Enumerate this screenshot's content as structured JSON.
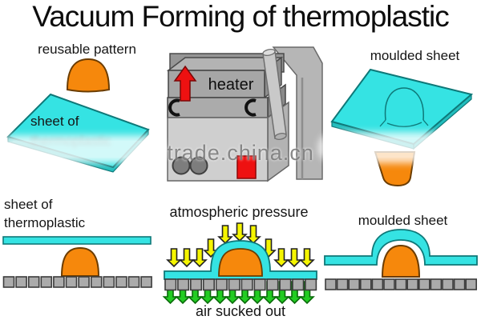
{
  "title": "Vacuum Forming of thermoplastic",
  "watermark": "trade.china.cn",
  "colors": {
    "cyan": "#35E3E3",
    "cyan_edge": "#0E7878",
    "cyan_side": "#22BDBD",
    "orange": "#F6880C",
    "orange_edge": "#6B3C00",
    "yellow": "#F5F500",
    "green": "#22CC22",
    "red": "#EE1111",
    "gray_square": "#ABABAB"
  },
  "panels": {
    "top_left": {
      "pattern_label": "reusable pattern",
      "sheet_label_line1": "sheet of",
      "sheet_label_line2": "thermoplastic"
    },
    "top_center": {
      "heater_label": "heater"
    },
    "top_right": {
      "label": "moulded sheet"
    },
    "bottom_left": {
      "label_line1": "sheet of",
      "label_line2": "thermoplastic",
      "square_count": 12
    },
    "bottom_center": {
      "top_label": "atmospheric pressure",
      "bottom_label": "air sucked out",
      "square_count": 12,
      "yellow_arrow_count": 11,
      "green_arrow_count": 12
    },
    "bottom_right": {
      "label": "moulded sheet",
      "square_count": 13
    }
  }
}
